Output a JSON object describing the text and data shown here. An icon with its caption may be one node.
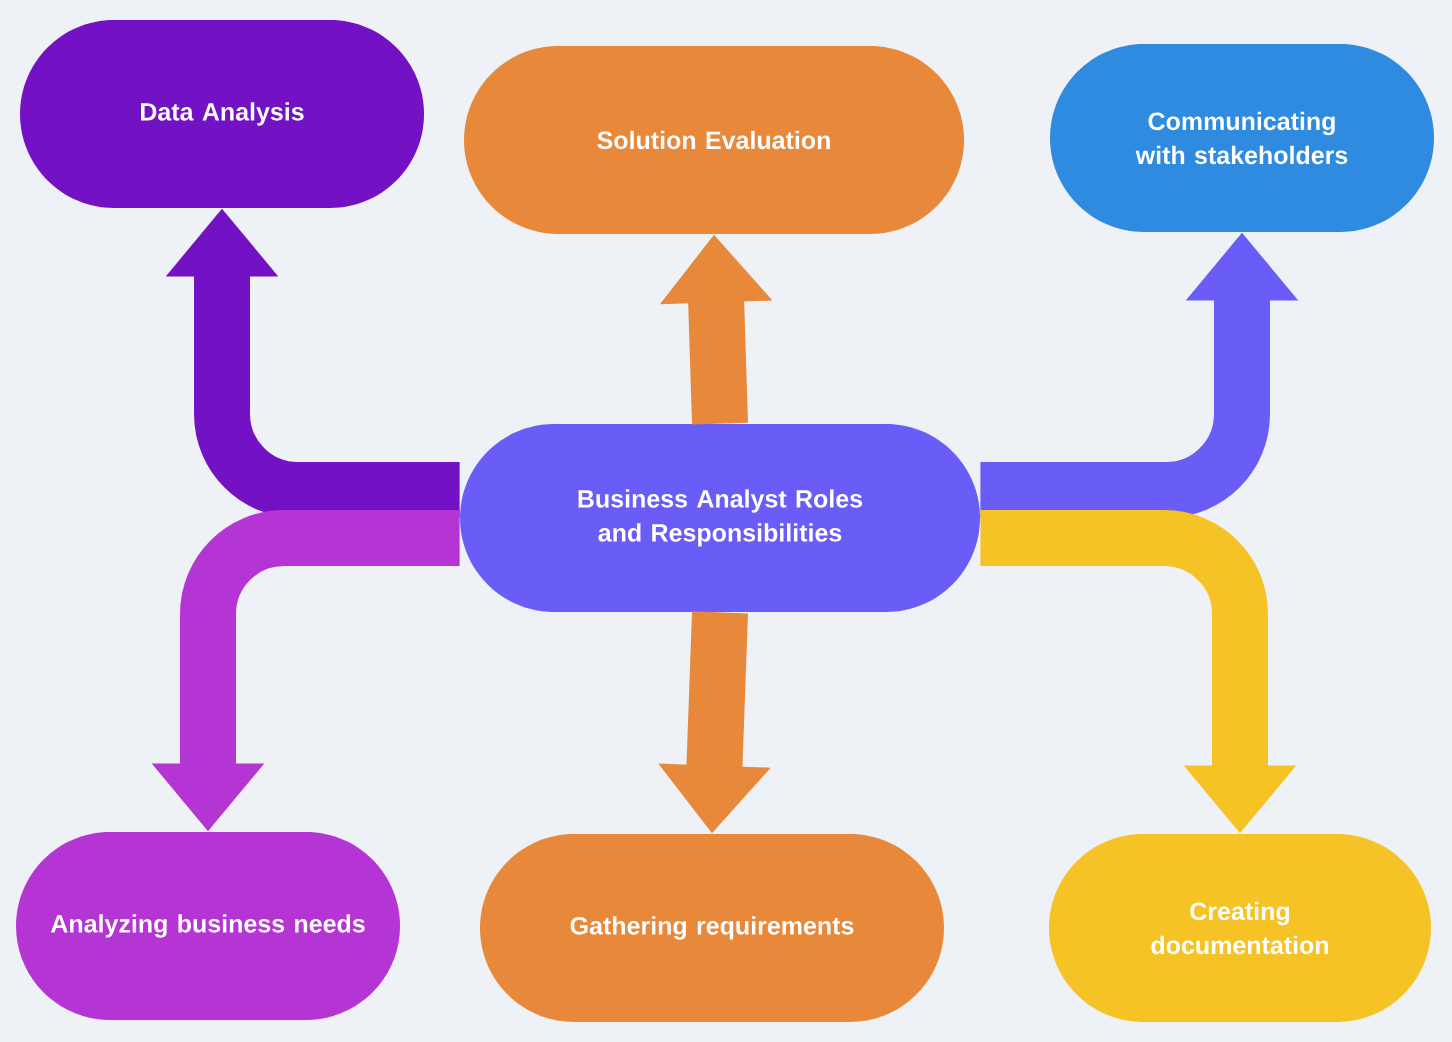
{
  "diagram": {
    "nodes": [
      {
        "text": [
          "Data Analysis"
        ]
      },
      {
        "text": [
          "Solution Evaluation"
        ]
      },
      {
        "text": [
          "Communicating with stakeholders"
        ]
      },
      {
        "text": [
          "Business Analyst Roles and Responsibilities"
        ]
      },
      {
        "text": [
          "Analyzing business needs"
        ]
      },
      {
        "text": [
          "Gathering requirements"
        ]
      },
      {
        "text": [
          "Creating documentation"
        ]
      }
    ],
    "edges": [
      {
        "from": 3,
        "to": 0,
        "arrow": "to",
        "color": "#7311c4"
      },
      {
        "from": 3,
        "to": 1,
        "arrow": "to",
        "color": "#e8883a"
      },
      {
        "from": 3,
        "to": 2,
        "arrow": "to",
        "color": "#6a5cf6"
      },
      {
        "from": 3,
        "to": 4,
        "arrow": "to",
        "color": "#b535d4"
      },
      {
        "from": 3,
        "to": 5,
        "arrow": "to",
        "color": "#e8883a"
      },
      {
        "from": 3,
        "to": 6,
        "arrow": "to",
        "color": "#f6c327"
      }
    ]
  }
}
